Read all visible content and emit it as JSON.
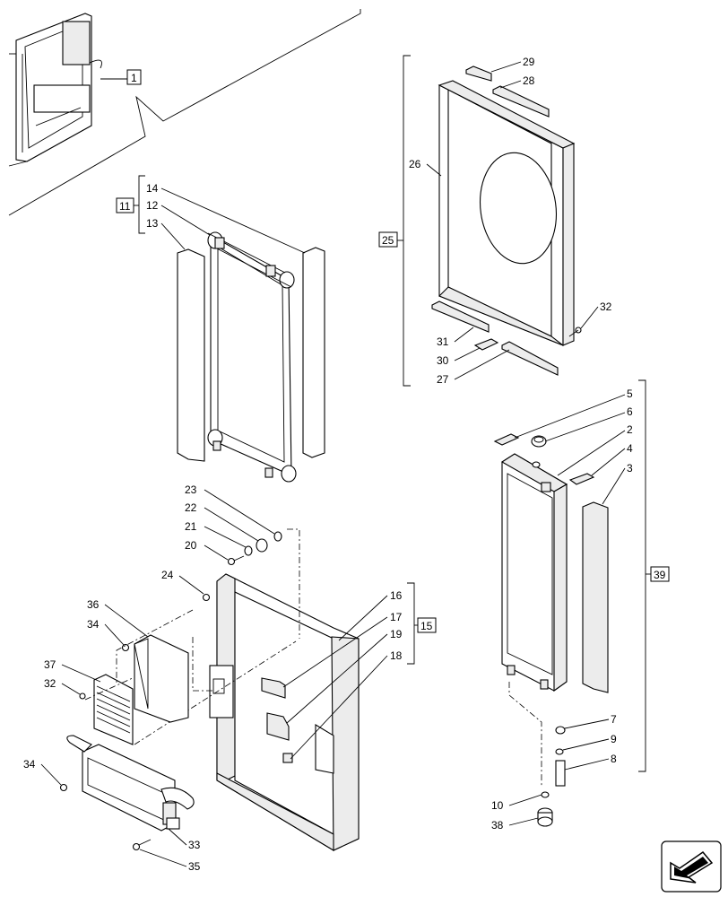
{
  "callouts": {
    "c1": "1",
    "c2": "2",
    "c3": "3",
    "c4": "4",
    "c5": "5",
    "c6": "6",
    "c7": "7",
    "c8": "8",
    "c9": "9",
    "c10": "10",
    "c11": "11",
    "c12": "12",
    "c13": "13",
    "c14": "14",
    "c15": "15",
    "c16": "16",
    "c17": "17",
    "c18": "18",
    "c19": "19",
    "c20": "20",
    "c21": "21",
    "c22": "22",
    "c23": "23",
    "c24": "24",
    "c25": "25",
    "c26": "26",
    "c27": "27",
    "c28": "28",
    "c29": "29",
    "c30": "30",
    "c31": "31",
    "c32a": "32",
    "c32b": "32",
    "c33": "33",
    "c34a": "34",
    "c34b": "34",
    "c35": "35",
    "c36": "36",
    "c37": "37",
    "c38": "38",
    "c39": "39"
  },
  "nav": {
    "icon": "next-page-arrow-icon"
  }
}
